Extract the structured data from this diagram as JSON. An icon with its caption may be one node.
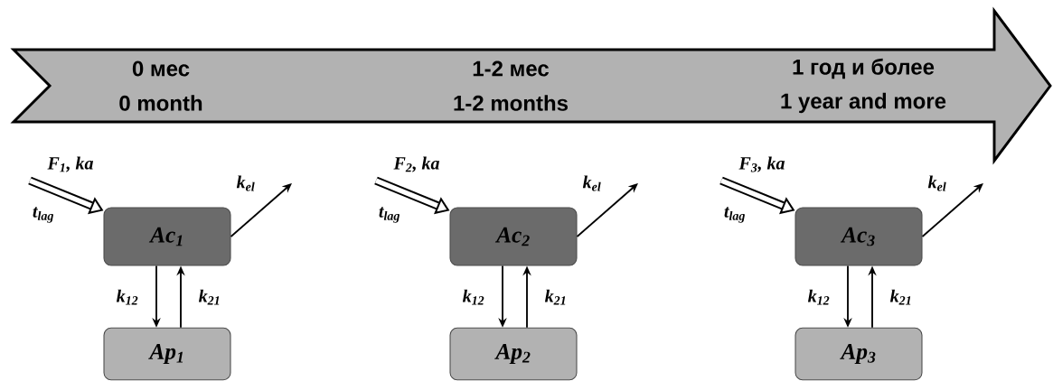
{
  "diagram": {
    "nodes": [
      {
        "text": [
          "0 мес",
          "0 month",
          "1-2 мес",
          "1-2 months",
          "1 год и более",
          "1 year and more"
        ]
      },
      {
        "text": [
          "Ac$_{1}$"
        ]
      },
      {
        "text": [
          "Ap$_{1}$"
        ]
      },
      {
        "text": [
          "Ac$_{2}$"
        ]
      },
      {
        "text": [
          "Ap$_{2}$"
        ]
      },
      {
        "text": [
          "Ac$_{3}$"
        ]
      },
      {
        "text": [
          "Ap$_{3}$"
        ]
      }
    ],
    "edges": [
      {
        "from": null,
        "to": 1,
        "arrow": "to",
        "style": "thick",
        "label": "F$_{1}$, ka"
      },
      {
        "from": 1,
        "to": null,
        "arrow": "to",
        "label": "k$_{el}$"
      },
      {
        "from": 1,
        "to": 2,
        "arrow": "to",
        "label": "k$_{12}$"
      },
      {
        "from": 2,
        "to": 1,
        "arrow": "to",
        "label": "k$_{21}$"
      },
      {
        "from": null,
        "to": 3,
        "arrow": "to",
        "style": "thick",
        "label": "F$_{2}$, ka"
      },
      {
        "from": 3,
        "to": null,
        "arrow": "to",
        "label": "k$_{el}$"
      },
      {
        "from": 3,
        "to": 4,
        "arrow": "to",
        "label": "k$_{12}$"
      },
      {
        "from": 4,
        "to": 3,
        "arrow": "to",
        "label": "k$_{21}$"
      },
      {
        "from": null,
        "to": 5,
        "arrow": "to",
        "style": "thick",
        "label": "F$_{3}$, ka"
      },
      {
        "from": 5,
        "to": null,
        "arrow": "to",
        "label": "k$_{el}$"
      },
      {
        "from": 5,
        "to": 6,
        "arrow": "to",
        "label": "k$_{12}$"
      },
      {
        "from": 6,
        "to": 5,
        "arrow": "to",
        "label": "k$_{21}$"
      }
    ],
    "labels": [
      "t$_{lag}$",
      "t$_{lag}$",
      "t$_{lag}$"
    ]
  }
}
